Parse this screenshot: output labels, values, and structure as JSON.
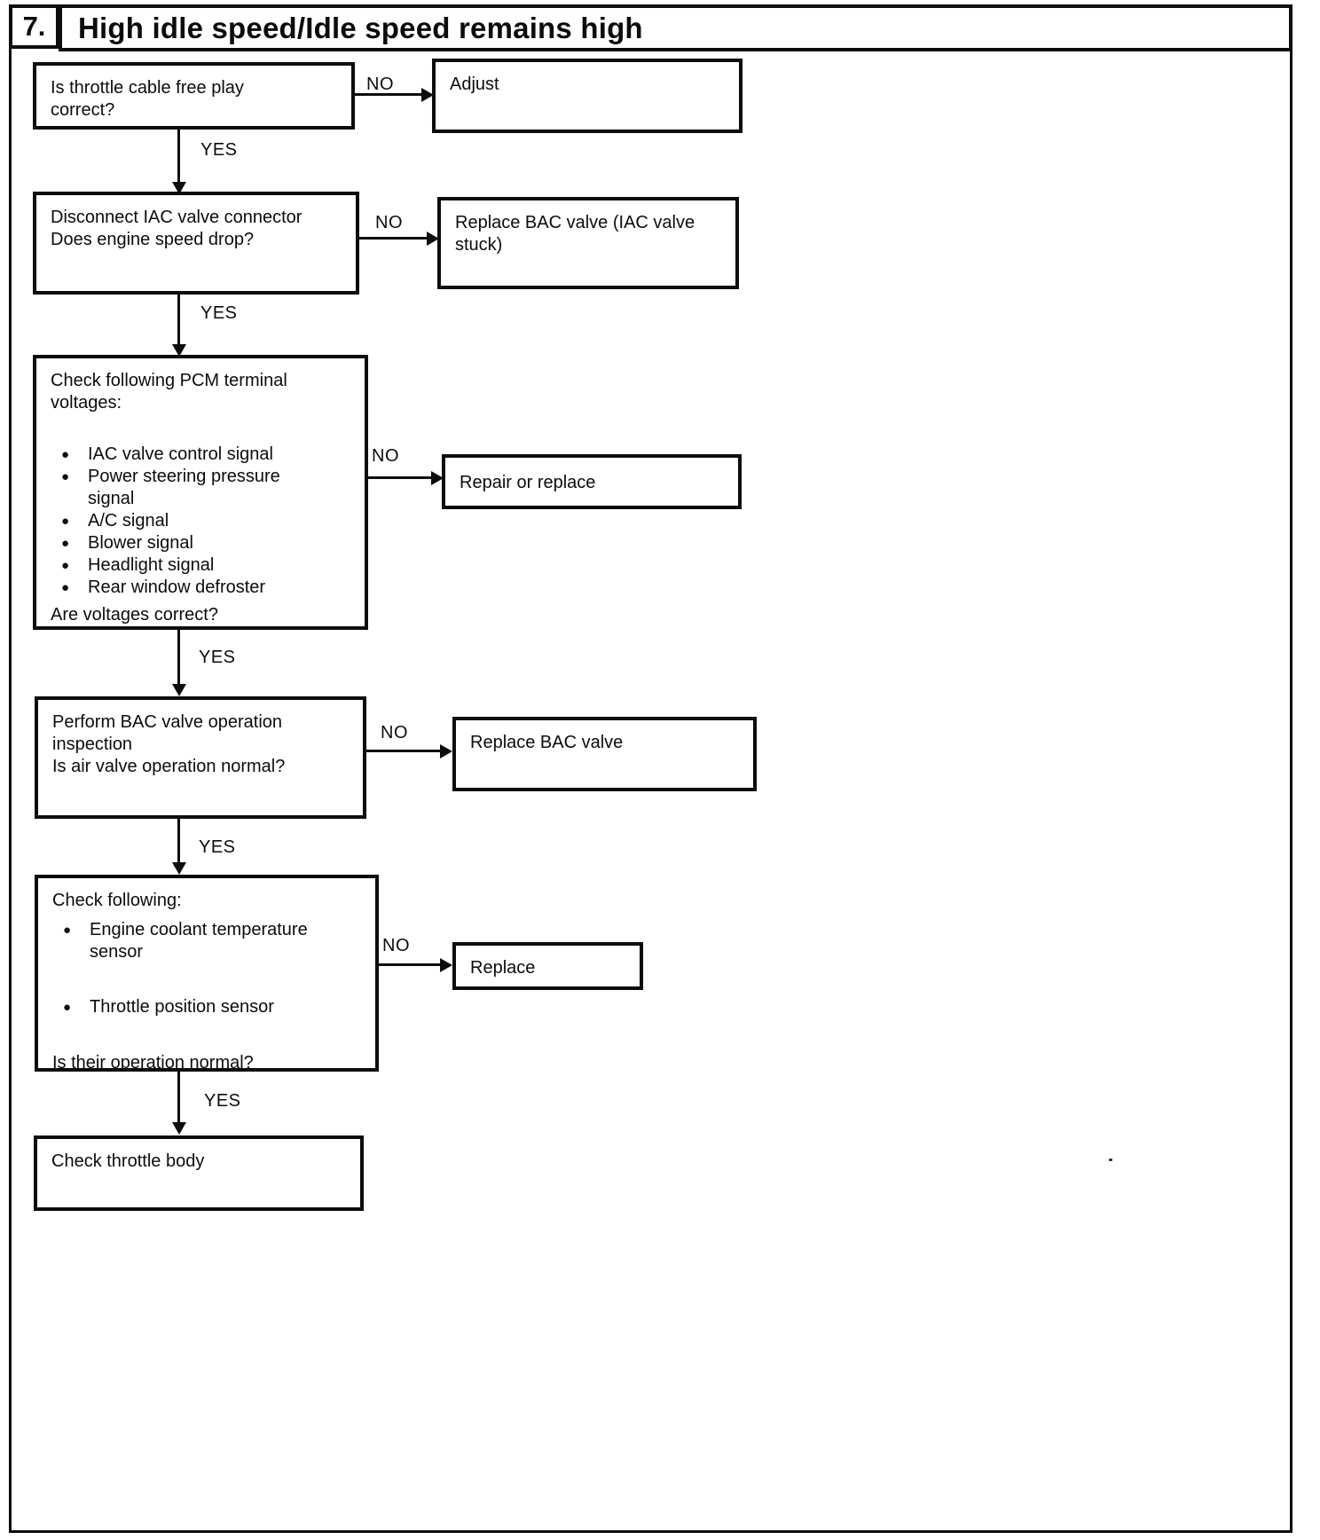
{
  "page": {
    "background": "#ffffff",
    "ink": "#0d0d0d"
  },
  "header": {
    "number": "7.",
    "title": "High idle speed/Idle speed remains high"
  },
  "labels": {
    "yes": "YES",
    "no": "NO",
    "bullet": "●"
  },
  "flow": {
    "q1": {
      "text": "Is throttle cable free play correct?"
    },
    "a1": {
      "text": "Adjust"
    },
    "q2": {
      "line1": "Disconnect IAC valve connector",
      "line2": "Does engine speed drop?"
    },
    "a2": {
      "text": "Replace BAC valve (IAC valve stuck)"
    },
    "q3": {
      "intro": "Check following PCM terminal voltages:",
      "bullets": [
        "IAC valve control signal",
        "Power steering pressure signal",
        "A/C signal",
        "Blower signal",
        "Headlight signal",
        "Rear window defroster"
      ],
      "question": "Are voltages correct?"
    },
    "a3": {
      "text": "Repair or replace"
    },
    "q4": {
      "line1": "Perform BAC valve operation inspection",
      "line2": "Is air valve operation normal?"
    },
    "a4": {
      "text": "Replace BAC valve"
    },
    "q5": {
      "intro": "Check following:",
      "bullets": [
        "Engine coolant temperature sensor",
        "Throttle position sensor"
      ],
      "question": "Is their operation normal?"
    },
    "a5": {
      "text": "Replace"
    },
    "final": {
      "text": "Check throttle body"
    }
  }
}
